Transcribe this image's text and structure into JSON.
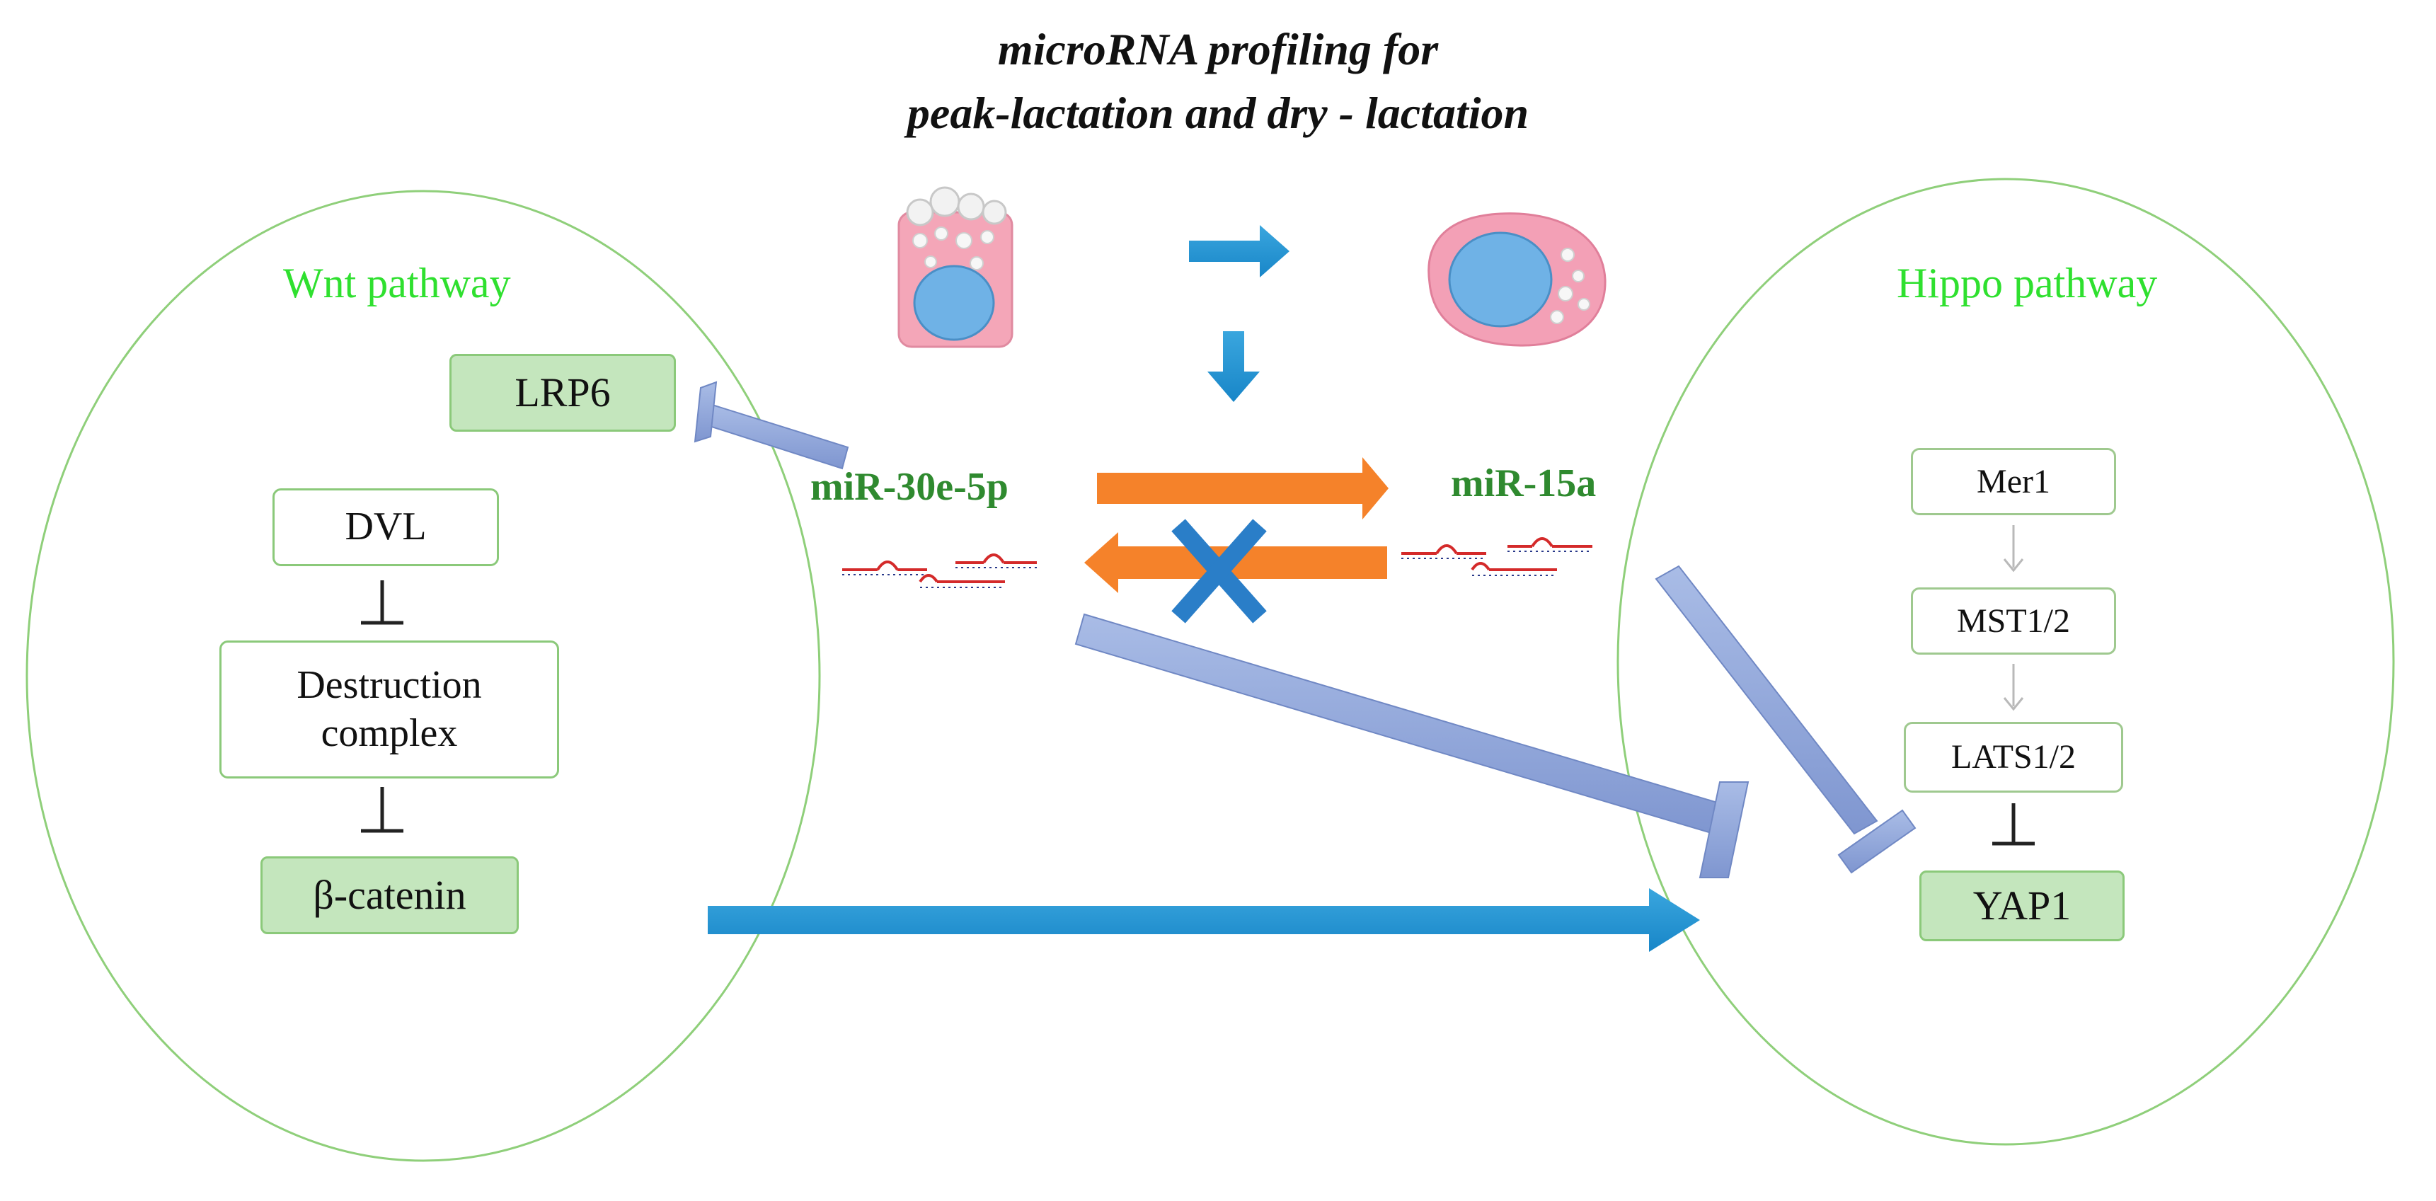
{
  "title": {
    "line1": "microRNA profiling for",
    "line2": "peak-lactation and dry - lactation"
  },
  "wnt": {
    "label": "Wnt pathway",
    "nodes": {
      "lrp6": "LRP6",
      "dvl": "DVL",
      "destruction_complex": "Destruction\ncomplex",
      "beta_catenin": "β-catenin"
    }
  },
  "hippo": {
    "label": "Hippo pathway",
    "nodes": {
      "mer1": "Mer1",
      "mst": "MST1/2",
      "lats": "LATS1/2",
      "yap1": "YAP1"
    }
  },
  "mirnas": {
    "left": "miR-30e-5p",
    "right": "miR-15a"
  },
  "colors": {
    "pathway_label": "#2fe02f",
    "ellipse_stroke": "#8fcf7a",
    "node_green_fill": "#c4e6bd",
    "mirna_text": "#2f8a2f",
    "orange_arrow": "#f5822a",
    "blue_arrow": "#2296d3",
    "inhibition_bar": "#8ea4d8",
    "rna_strand": "#d42a2a"
  }
}
